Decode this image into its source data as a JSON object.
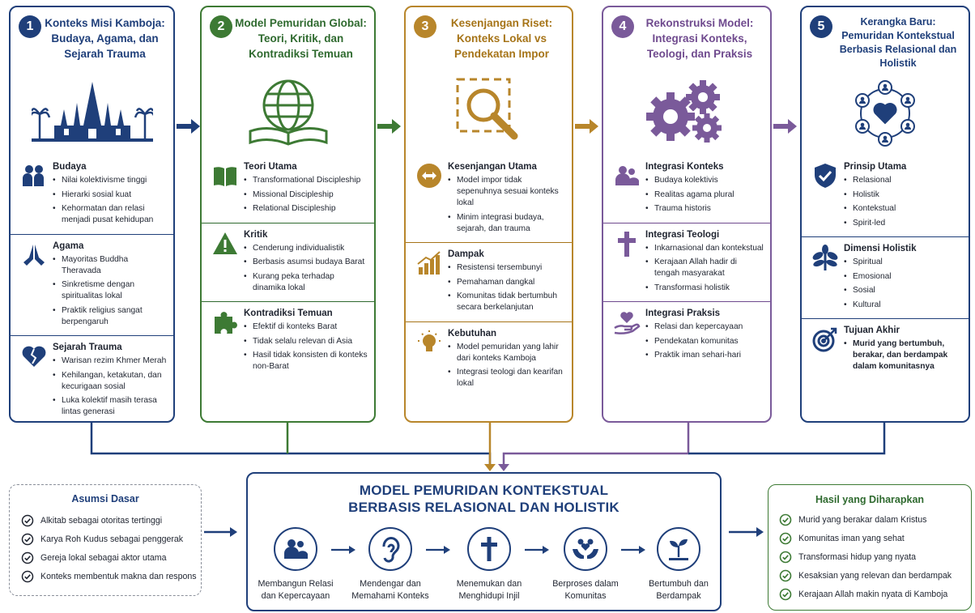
{
  "panels": [
    {
      "number": "1",
      "title_lines": [
        "Konteks Misi Kamboja:",
        "Budaya, Agama, dan",
        "Sejarah Trauma"
      ],
      "hero_icon": "temple-icon",
      "color": "#1f3f7a",
      "sections": [
        {
          "icon": "people-icon",
          "title": "Budaya",
          "items": [
            "Nilai kolektivisme tinggi",
            "Hierarki sosial kuat",
            "Kehormatan dan relasi menjadi pusat kehidupan"
          ]
        },
        {
          "icon": "praying-hands-icon",
          "title": "Agama",
          "items": [
            "Mayoritas Buddha Theravada",
            "Sinkretisme dengan spiritualitas lokal",
            "Praktik religius sangat berpengaruh"
          ]
        },
        {
          "icon": "broken-heart-icon",
          "title": "Sejarah Trauma",
          "items": [
            "Warisan rezim Khmer Merah",
            "Kehilangan, ketakutan, dan kecurigaan sosial",
            "Luka kolektif masih terasa lintas generasi"
          ]
        }
      ]
    },
    {
      "number": "2",
      "title_lines": [
        "Model Pemuridan Global:",
        "Teori, Kritik, dan",
        "Kontradiksi Temuan"
      ],
      "hero_icon": "globe-book-icon",
      "color": "#3d7a34",
      "sections": [
        {
          "icon": "book-icon",
          "title": "Teori Utama",
          "items": [
            "Transformational Discipleship",
            "Missional Discipleship",
            "Relational Discipleship"
          ]
        },
        {
          "icon": "warning-icon",
          "title": "Kritik",
          "items": [
            "Cenderung individualistik",
            "Berbasis asumsi budaya Barat",
            "Kurang peka terhadap dinamika lokal"
          ]
        },
        {
          "icon": "puzzle-icon",
          "title": "Kontradiksi Temuan",
          "items": [
            "Efektif di konteks Barat",
            "Tidak selalu relevan di Asia",
            "Hasil tidak konsisten di konteks non-Barat"
          ]
        }
      ]
    },
    {
      "number": "3",
      "title_lines": [
        "Kesenjangan Riset:",
        "Konteks Lokal vs",
        "Pendekatan Impor"
      ],
      "hero_icon": "magnifier-icon",
      "color": "#b8862b",
      "sections": [
        {
          "icon": "gap-arrows-icon",
          "title": "Kesenjangan Utama",
          "items": [
            "Model impor tidak sepenuhnya sesuai konteks lokal",
            "Minim integrasi budaya, sejarah, dan trauma"
          ]
        },
        {
          "icon": "bar-chart-icon",
          "title": "Dampak",
          "items": [
            "Resistensi tersembunyi",
            "Pemahaman dangkal",
            "Komunitas tidak bertumbuh secara berkelanjutan"
          ]
        },
        {
          "icon": "lightbulb-icon",
          "title": "Kebutuhan",
          "items": [
            "Model pemuridan yang lahir dari konteks Kamboja",
            "Integrasi teologi dan kearifan lokal"
          ]
        }
      ]
    },
    {
      "number": "4",
      "title_lines": [
        "Rekonstruksi Model:",
        "Integrasi Konteks,",
        "Teologi, dan Praksis"
      ],
      "hero_icon": "gears-icon",
      "color": "#7a5a9a",
      "sections": [
        {
          "icon": "people-icon",
          "title": "Integrasi Konteks",
          "items": [
            "Budaya kolektivis",
            "Realitas agama plural",
            "Trauma historis"
          ]
        },
        {
          "icon": "cross-icon",
          "title": "Integrasi Teologi",
          "items": [
            "Inkarnasional dan kontekstual",
            "Kerajaan Allah hadir di tengah masyarakat",
            "Transformasi holistik"
          ]
        },
        {
          "icon": "heart-hand-icon",
          "title": "Integrasi Praksis",
          "items": [
            "Relasi dan kepercayaan",
            "Pendekatan komunitas",
            "Praktik iman sehari-hari"
          ]
        }
      ]
    },
    {
      "number": "5",
      "title_lines": [
        "Kerangka Baru:",
        "Pemuridan Kontekstual",
        "Berbasis Relasional dan",
        "Holistik"
      ],
      "hero_icon": "community-heart-icon",
      "color": "#1f3f7a",
      "sections": [
        {
          "icon": "shield-check-icon",
          "title": "Prinsip Utama",
          "items": [
            "Relasional",
            "Holistik",
            "Kontekstual",
            "Spirit-led"
          ]
        },
        {
          "icon": "plant-icon",
          "title": "Dimensi Holistik",
          "items": [
            "Spiritual",
            "Emosional",
            "Sosial",
            "Kultural"
          ]
        },
        {
          "icon": "target-icon",
          "title": "Tujuan Akhir",
          "items": [
            "Murid yang bertumbuh, berakar, dan berdampak dalam komunitasnya"
          ]
        }
      ]
    }
  ],
  "asumsi": {
    "title": "Asumsi Dasar",
    "items": [
      "Alkitab sebagai otoritas tertinggi",
      "Karya Roh Kudus sebagai penggerak",
      "Gereja lokal sebagai aktor utama",
      "Konteks membentuk makna dan respons"
    ]
  },
  "model": {
    "title_line1": "MODEL PEMURIDAN KONTEKSTUAL",
    "title_line2": "BERBASIS RELASIONAL DAN HOLISTIK",
    "steps": [
      {
        "icon": "people-icon",
        "label_lines": [
          "Membangun Relasi",
          "dan Kepercayaan"
        ]
      },
      {
        "icon": "ear-icon",
        "label_lines": [
          "Mendengar dan",
          "Memahami Konteks"
        ]
      },
      {
        "icon": "cross-icon",
        "label_lines": [
          "Menemukan dan",
          "Menghidupi Injil"
        ]
      },
      {
        "icon": "hands-people-icon",
        "label_lines": [
          "Berproses dalam",
          "Komunitas"
        ]
      },
      {
        "icon": "sprout-icon",
        "label_lines": [
          "Bertumbuh dan",
          "Berdampak"
        ]
      }
    ]
  },
  "hasil": {
    "title": "Hasil yang Diharapkan",
    "items": [
      "Murid yang berakar dalam Kristus",
      "Komunitas iman yang sehat",
      "Transformasi hidup yang nyata",
      "Kesaksian yang relevan dan berdampak",
      "Kerajaan Allah makin nyata di Kamboja"
    ]
  },
  "colors": {
    "navy": "#1f3f7a",
    "green": "#3d7a34",
    "gold": "#b8862b",
    "purple": "#7a5a9a"
  }
}
